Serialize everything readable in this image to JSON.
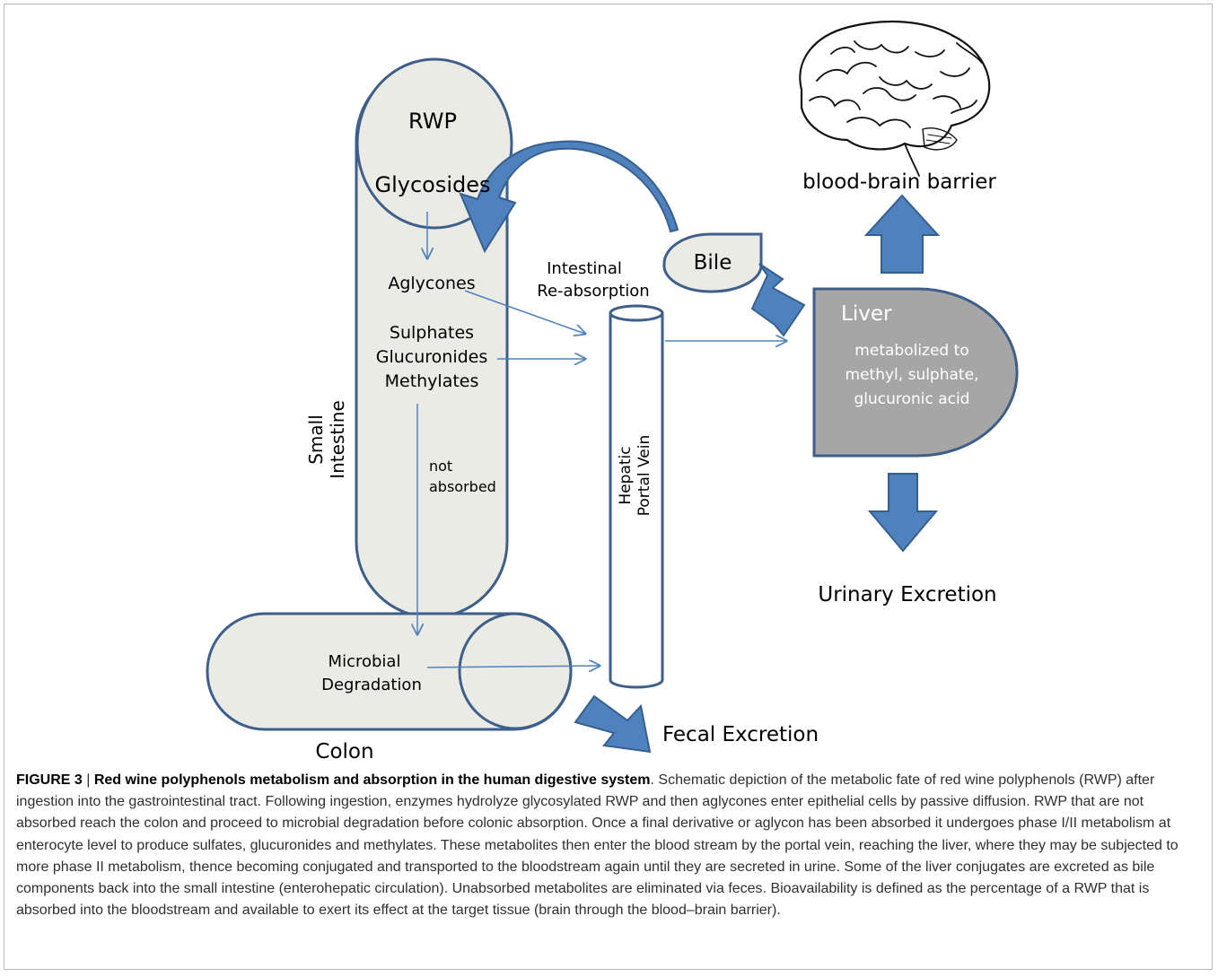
{
  "labels": {
    "rwp": "RWP",
    "glycosides": "Glycosides",
    "aglycones": "Aglycones",
    "sulphates": "Sulphates",
    "glucuronides": "Glucuronides",
    "methylates": "Methylates",
    "small_intestine_1": "Small",
    "small_intestine_2": "Intestine",
    "not_absorbed_1": "not",
    "not_absorbed_2": "absorbed",
    "intestinal_1": "Intestinal",
    "intestinal_2": "Re-absorption",
    "hepatic_1": "Hepatic",
    "hepatic_2": "Portal Vein",
    "bile": "Bile",
    "liver": "Liver",
    "metab_1": "metabolized to",
    "metab_2": "methyl, sulphate,",
    "metab_3": "glucuronic acid",
    "bbb": "blood-brain barrier",
    "urinary": "Urinary Excretion",
    "microbial_1": "Microbial",
    "microbial_2": "Degradation",
    "colon": "Colon",
    "fecal": "Fecal Excretion"
  },
  "caption": {
    "figure": "FIGURE 3",
    "sep": " | ",
    "title": "Red wine polyphenols metabolism and absorption in the human digestive system",
    "body": ". Schematic depiction of the metabolic fate of red wine polyphenols (RWP) after ingestion into the gastrointestinal tract. Following ingestion, enzymes hydrolyze glycosylated RWP and then aglycones enter epithelial cells by passive diffusion. RWP that are not absorbed reach the colon and proceed to microbial degradation before colonic absorption. Once a final derivative or aglycon has been absorbed it undergoes phase I/II metabolism at enterocyte level to produce sulfates, glucuronides and methylates. These metabolites then enter the blood stream by the portal vein, reaching the liver, where they may be subjected to more phase II metabolism, thence becoming conjugated and transported to the bloodstream again until they are secreted in urine. Some of the liver conjugates are excreted as bile components back into the small intestine (enterohepatic circulation). Unabsorbed metabolites are eliminated via feces. Bioavailability is defined as the percentage of a RWP that is absorbed into the bloodstream and available to exert its effect at the target tissue (brain through the blood–brain barrier)."
  },
  "colors": {
    "shape_fill": "#ebebe6",
    "shape_stroke": "#3e5f8a",
    "arrow_blue": "#4f81bd",
    "arrow_dark": "#365f91",
    "liver_fill": "#a6a6a6",
    "liver_text": "#ffffff"
  }
}
